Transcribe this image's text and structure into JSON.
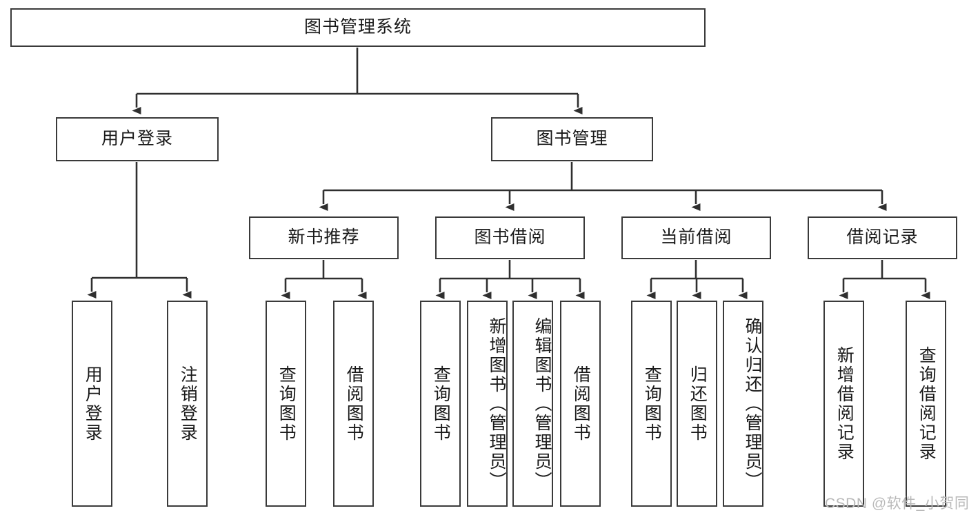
{
  "diagram": {
    "type": "hierarchy-tree",
    "title_node": {
      "label": "图书管理系统"
    },
    "level2": [
      {
        "label": "用户登录"
      },
      {
        "label": "图书管理"
      }
    ],
    "level3": [
      {
        "label": "新书推荐"
      },
      {
        "label": "图书借阅"
      },
      {
        "label": "当前借阅"
      },
      {
        "label": "借阅记录"
      }
    ],
    "leaves": {
      "user_login": [
        {
          "label": "用户登录"
        },
        {
          "label": "注销登录"
        }
      ],
      "new_book_recommend": [
        {
          "label": "查询图书"
        },
        {
          "label": "借阅图书"
        }
      ],
      "book_borrow": [
        {
          "label": "查询图书"
        },
        {
          "label": "新增图书（管理员）"
        },
        {
          "label": "编辑图书（管理员）"
        },
        {
          "label": "借阅图书"
        }
      ],
      "current_borrow": [
        {
          "label": "查询图书"
        },
        {
          "label": "归还图书"
        },
        {
          "label": "确认归还（管理员）"
        }
      ],
      "borrow_record": [
        {
          "label": "新增借阅记录"
        },
        {
          "label": "查询借阅记录"
        }
      ]
    }
  },
  "watermark": {
    "text": "CSDN @软件_小贺同学"
  },
  "colors": {
    "box_border": "#3a3a3a",
    "box_fill": "#ffffff",
    "text": "#1a1a1a",
    "connector": "#2f2f2f",
    "watermark": "#b9b9b9"
  }
}
